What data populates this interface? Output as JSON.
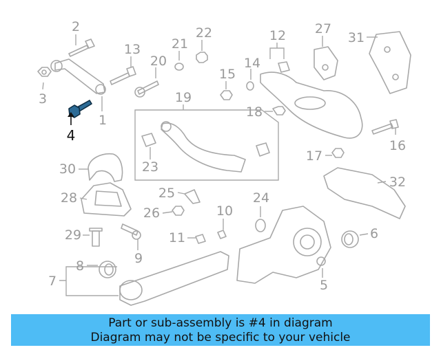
{
  "callouts": [
    "2",
    "3",
    "1",
    "4",
    "13",
    "20",
    "21",
    "22",
    "15",
    "14",
    "12",
    "27",
    "31",
    "19",
    "18",
    "16",
    "17",
    "23",
    "30",
    "28",
    "25",
    "26",
    "29",
    "9",
    "11",
    "10",
    "24",
    "32",
    "6",
    "8",
    "7",
    "5"
  ],
  "highlight_color": "#2c6b96",
  "banner": {
    "background": "#4ebcf5",
    "line1": "Part or sub-assembly is #4 in diagram",
    "line2": "Diagram may not be specific to your vehicle"
  }
}
